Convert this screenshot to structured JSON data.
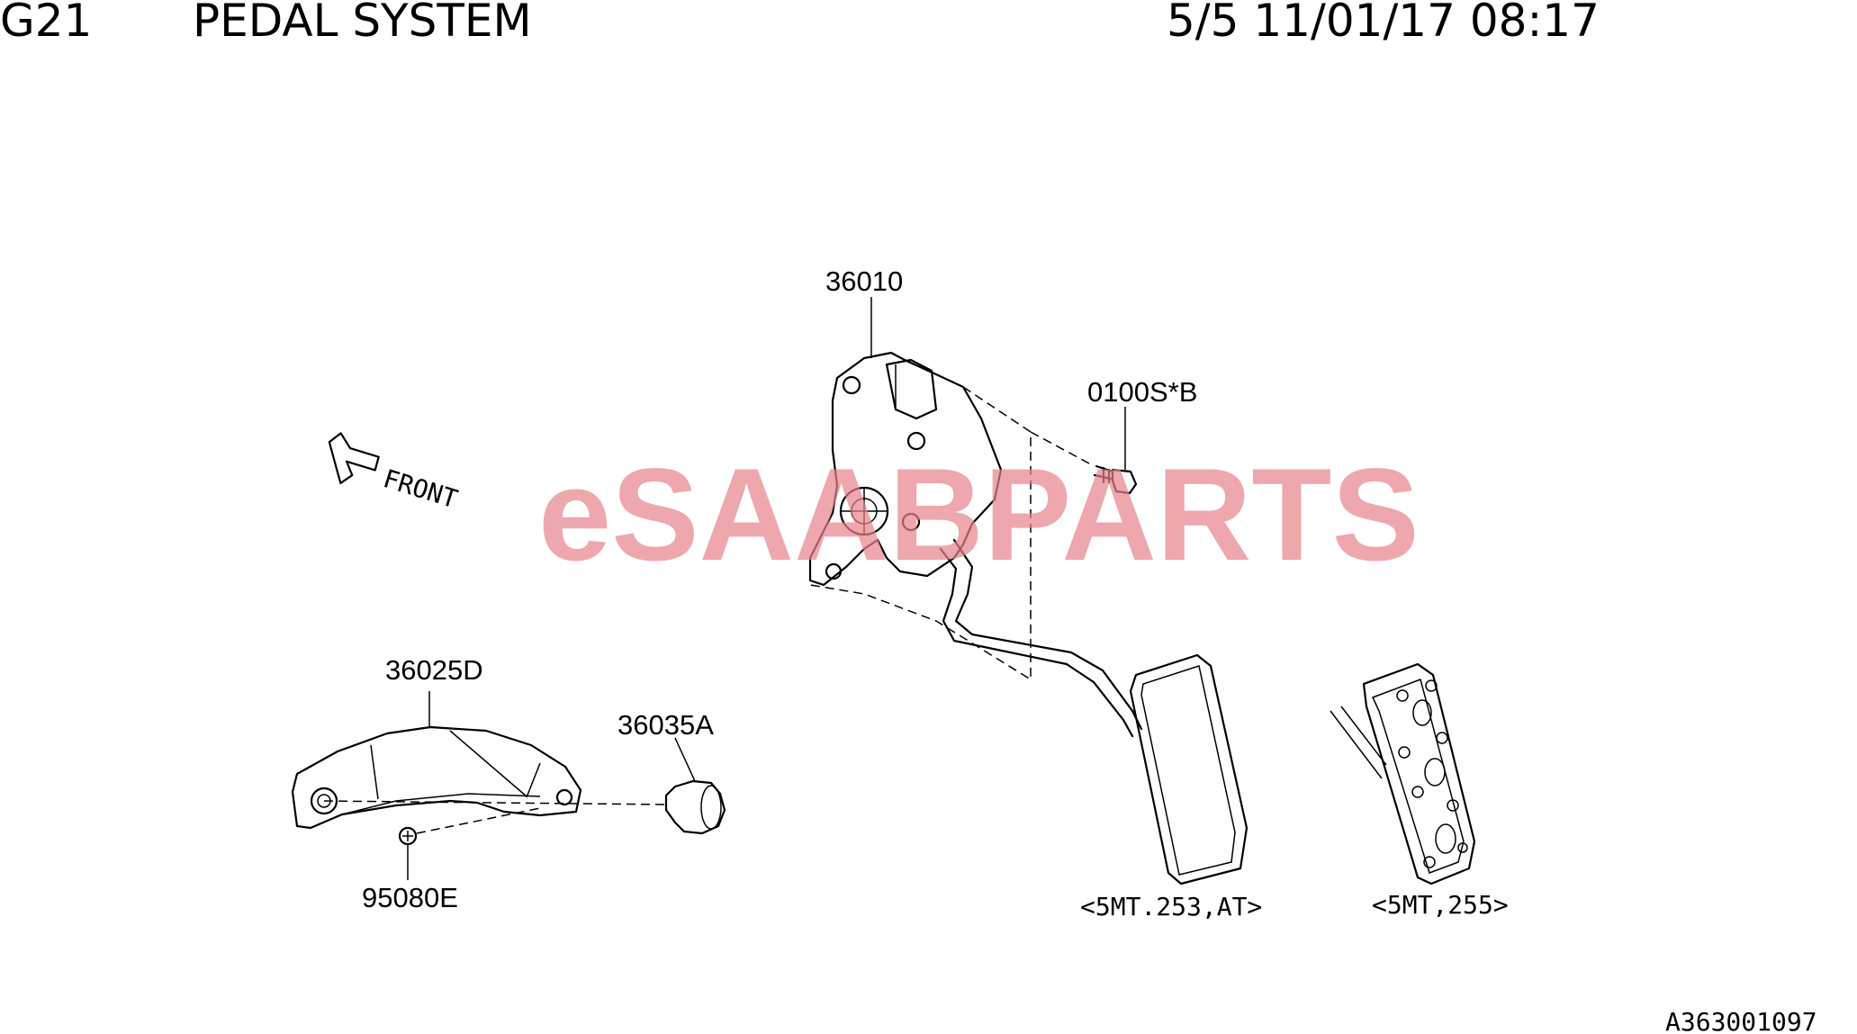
{
  "header": {
    "code": "G21",
    "title": "PEDAL SYSTEM",
    "page_datetime": "5/5 11/01/17 08:17"
  },
  "watermark": {
    "prefix": "eSAAB",
    "suffix": "PARTS",
    "color": "#e8838b"
  },
  "orientation": {
    "label": "FRONT",
    "icon": "front-arrow-icon"
  },
  "parts": [
    {
      "number": "36010"
    },
    {
      "number": "0100S*B"
    },
    {
      "number": "36025D"
    },
    {
      "number": "36035A"
    },
    {
      "number": "95080E"
    }
  ],
  "variants": [
    {
      "label": "<5MT.253,AT>"
    },
    {
      "label": "<5MT,255>"
    }
  ],
  "figure_id": "A363001097"
}
